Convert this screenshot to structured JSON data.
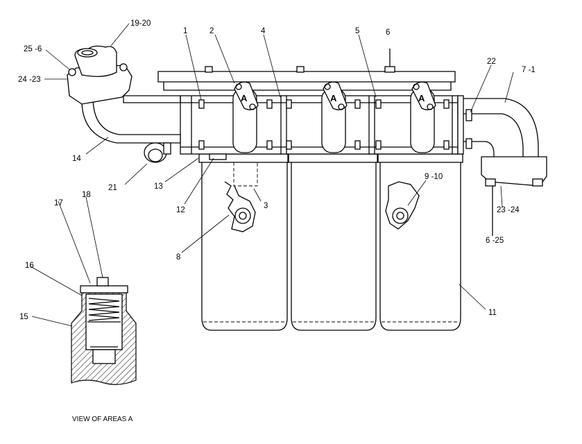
{
  "diagram": {
    "callouts": {
      "c1": "1",
      "c2": "2",
      "c3": "3",
      "c4": "4",
      "c5": "5",
      "c6": "6",
      "c7_1": "7 -1",
      "c8": "8",
      "c9_10": "9 -10",
      "c11": "11",
      "c12": "12",
      "c13": "13",
      "c14": "14",
      "c15": "15",
      "c16": "16",
      "c17": "17",
      "c18": "18",
      "c19_20": "19-20",
      "c21": "21",
      "c22": "22",
      "c23_24": "23 -24",
      "c24_23": "24 -23",
      "c25_6": "25 -6",
      "c6_25": "6 -25"
    },
    "area_tags": [
      "A",
      "A",
      "A"
    ],
    "caption": "VIEW OF AREAS A"
  },
  "colors": {
    "line": "#000000",
    "background": "#ffffff"
  }
}
